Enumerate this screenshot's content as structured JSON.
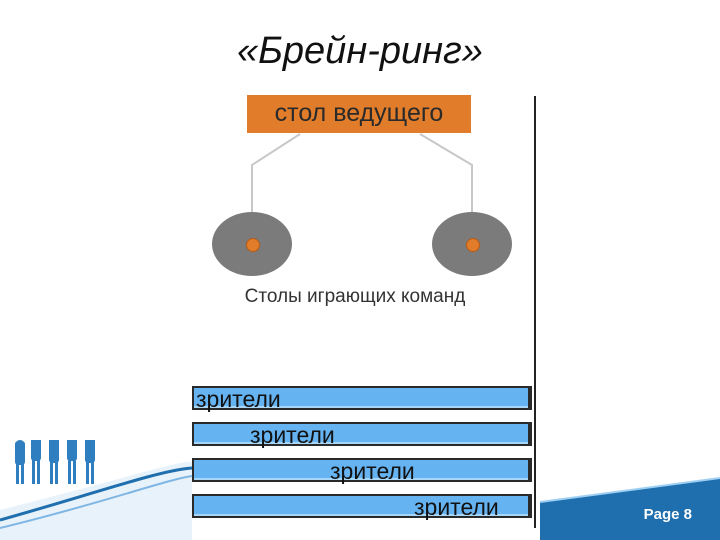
{
  "title": "«Брейн-ринг»",
  "host_table_label": "стол ведущего",
  "teams_label": "Столы играющих команд",
  "spectator_rows": [
    "зрители",
    "зрители",
    "зрители",
    "зрители"
  ],
  "page_label": "Page 8",
  "colors": {
    "host_table": "#e07c2a",
    "team_table": "#7b7b7b",
    "spectator_row": "#66b3f1",
    "footer_blue": "#1f6fae"
  }
}
